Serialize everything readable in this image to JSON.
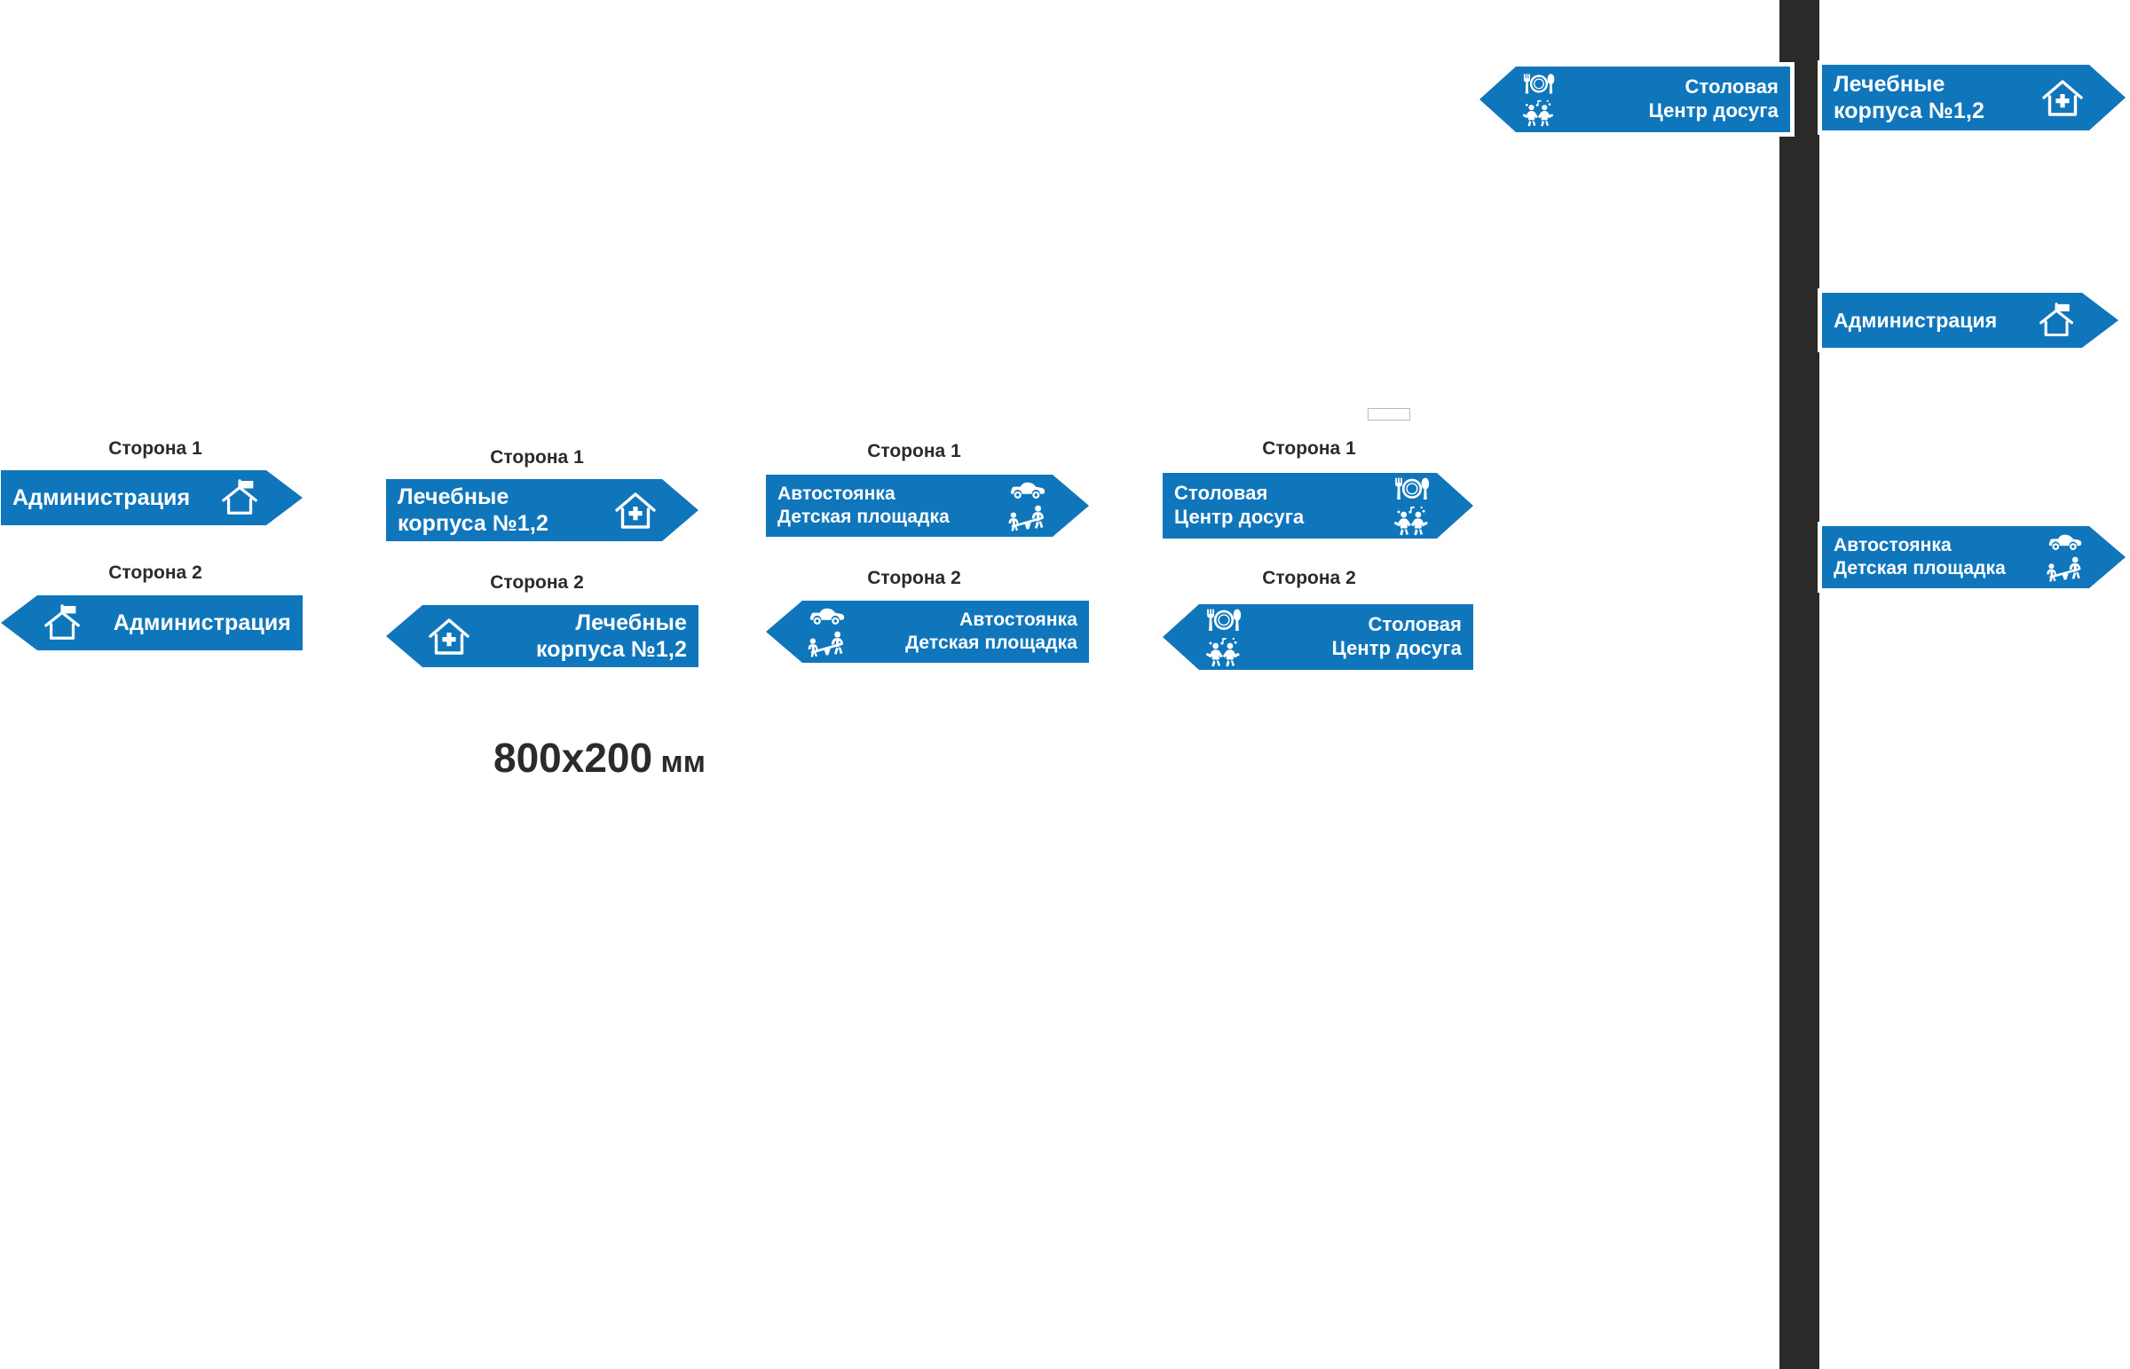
{
  "page": {
    "background_color": "#ffffff",
    "sign_blue": "#0f76bc",
    "sign_border": "#ffffff",
    "pole_color": "#2b2a28",
    "text_color": "#2b2b2b"
  },
  "dimension_label": {
    "value": "800x200",
    "unit": " мм"
  },
  "captions": {
    "side1": "Сторона 1",
    "side2": "Сторона 2"
  },
  "sign_groups": [
    {
      "id": "administration",
      "side1_caption": "Сторона 1",
      "side2_caption": "Сторона 2",
      "lines": [
        "Администрация"
      ],
      "icons": [
        "house-flag-icon"
      ]
    },
    {
      "id": "medical-buildings",
      "side1_caption": "Сторона 1",
      "side2_caption": "Сторона 2",
      "lines": [
        "Лечебные",
        "корпуса №1,2"
      ],
      "icons": [
        "house-cross-icon"
      ]
    },
    {
      "id": "parking-playground",
      "side1_caption": "Сторона 1",
      "side2_caption": "Сторона 2",
      "lines": [
        "Автостоянка",
        "Детская площадка"
      ],
      "icons": [
        "car-icon",
        "seesaw-playground-icon"
      ]
    },
    {
      "id": "canteen-leisure",
      "side1_caption": "Сторона 1",
      "side2_caption": "Сторона 2",
      "lines": [
        "Столовая",
        "Центр досуга"
      ],
      "icons": [
        "cutlery-plate-icon",
        "dancing-people-icon"
      ]
    }
  ],
  "pole_mounted": {
    "left_arm": {
      "lines": [
        "Столовая",
        "Центр досуга"
      ],
      "icons": [
        "cutlery-plate-icon",
        "dancing-people-icon"
      ],
      "direction": "left"
    },
    "right_arms": [
      {
        "lines": [
          "Лечебные",
          "корпуса №1,2"
        ],
        "icons": [
          "house-cross-icon"
        ],
        "direction": "right"
      },
      {
        "lines": [
          "Администрация"
        ],
        "icons": [
          "house-flag-icon"
        ],
        "direction": "right"
      },
      {
        "lines": [
          "Автостоянка",
          "Детская площадка"
        ],
        "icons": [
          "car-icon",
          "seesaw-playground-icon"
        ],
        "direction": "right"
      }
    ]
  }
}
